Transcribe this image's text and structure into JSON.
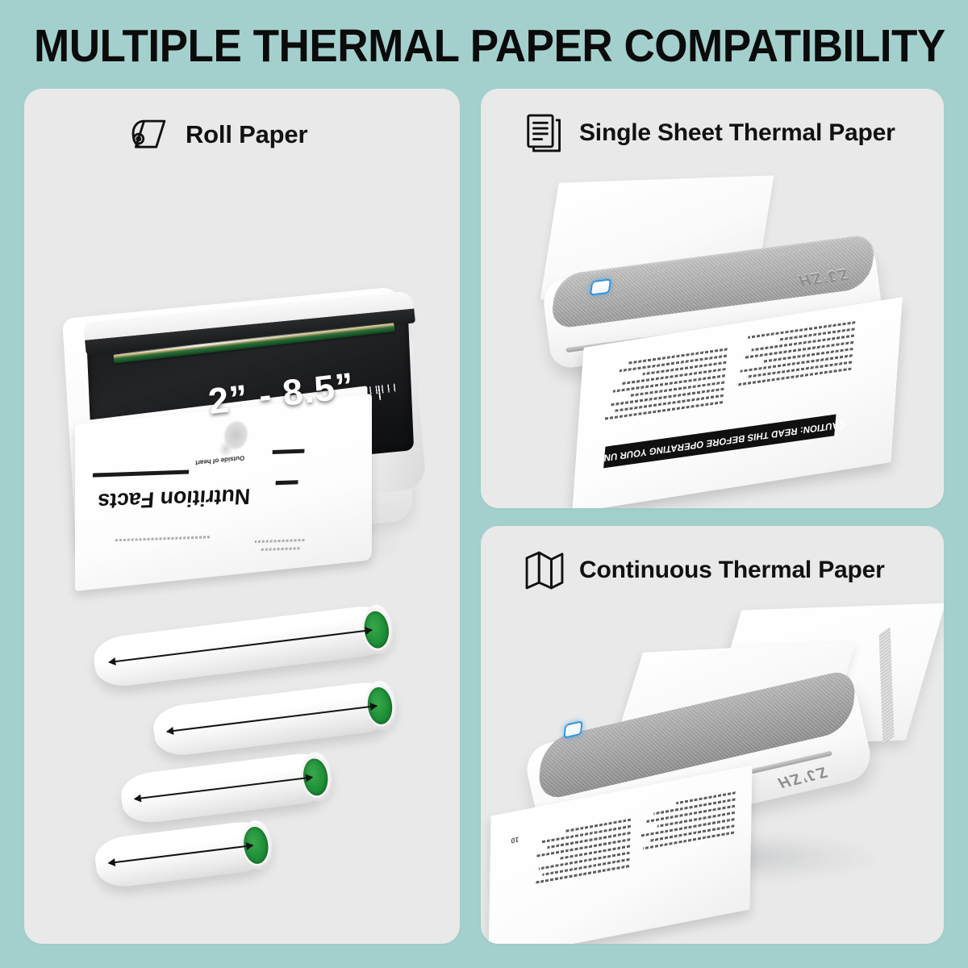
{
  "page": {
    "title": "MULTIPLE THERMAL PAPER COMPATIBILITY",
    "background_color": "#a3d0cd",
    "panel_color": "#e9e9e9"
  },
  "panels": {
    "roll_paper": {
      "icon": "roll-paper-icon",
      "label": "Roll Paper",
      "printer": {
        "size_caption": "2” - 8.5”",
        "printed_sheet": {
          "heading": "Nutrition Facts",
          "diagram_caption": "Outside of heart"
        }
      },
      "rolls": [
        {
          "index": 1,
          "core_color": "#1e8f37"
        },
        {
          "index": 2,
          "core_color": "#1e8f37"
        },
        {
          "index": 3,
          "core_color": "#1e8f37"
        },
        {
          "index": 4,
          "core_color": "#1e8f37"
        }
      ]
    },
    "single_sheet": {
      "icon": "documents-stack-icon",
      "label": "Single Sheet Thermal Paper",
      "printer": {
        "brand": "ZJ’ZH",
        "button_color": "#2f93dd",
        "printed_sheet": {
          "caution_bar": "CAUTION: READ THIS BEFORE OPERATING YOUR UNIT."
        }
      }
    },
    "continuous": {
      "icon": "fanfold-paper-icon",
      "label": "Continuous Thermal Paper",
      "printer": {
        "brand": "ZJ’ZH",
        "button_color": "#3096de",
        "printed_sheet": {
          "page_number": "10"
        }
      }
    }
  }
}
